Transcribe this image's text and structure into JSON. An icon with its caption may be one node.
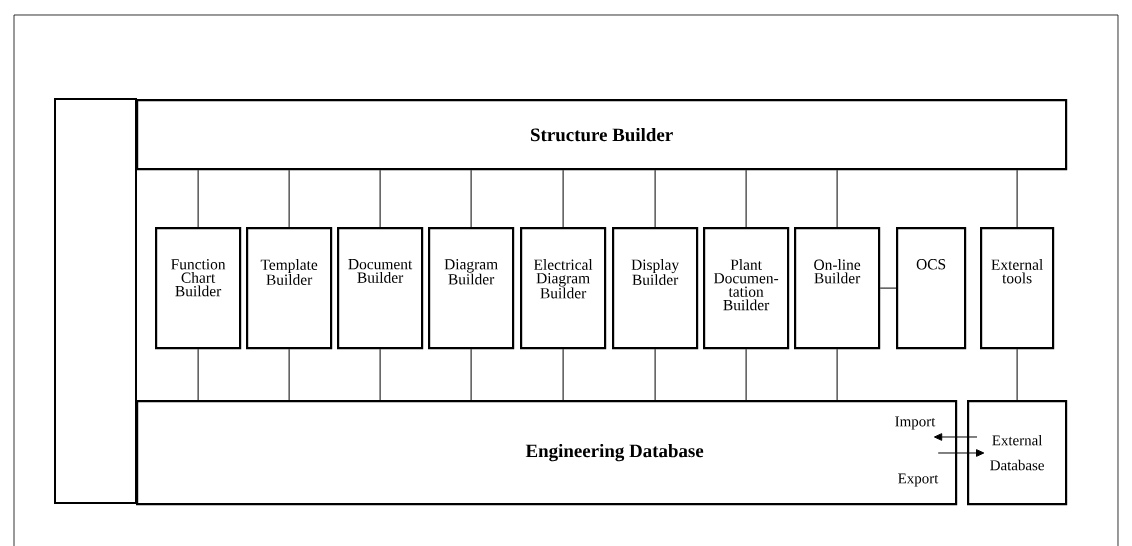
{
  "diagram": {
    "nodes": [
      {
        "text": [
          "Structure Builder"
        ]
      },
      {
        "text": [
          "Function Chart Builder"
        ]
      },
      {
        "text": [
          "Template Builder"
        ]
      },
      {
        "text": [
          "Document Builder"
        ]
      },
      {
        "text": [
          "Diagram Builder"
        ]
      },
      {
        "text": [
          "Electrical Diagram Builder"
        ]
      },
      {
        "text": [
          "Display Builder"
        ]
      },
      {
        "text": [
          "Plant Documen- tation Builder"
        ]
      },
      {
        "text": [
          "On-line Builder"
        ]
      },
      {
        "text": [
          "OCS"
        ]
      },
      {
        "text": [
          "External tools"
        ]
      },
      {
        "text": [
          "Engineering Database"
        ]
      },
      {
        "text": [
          "External Database"
        ]
      }
    ],
    "edges": [
      {
        "from": 0,
        "to": 1,
        "arrow": "none"
      },
      {
        "from": 0,
        "to": 2,
        "arrow": "none"
      },
      {
        "from": 0,
        "to": 3,
        "arrow": "none"
      },
      {
        "from": 0,
        "to": 4,
        "arrow": "none"
      },
      {
        "from": 0,
        "to": 5,
        "arrow": "none"
      },
      {
        "from": 0,
        "to": 6,
        "arrow": "none"
      },
      {
        "from": 0,
        "to": 7,
        "arrow": "none"
      },
      {
        "from": 0,
        "to": 8,
        "arrow": "none"
      },
      {
        "from": 0,
        "to": 10,
        "arrow": "none"
      },
      {
        "from": 1,
        "to": 11,
        "arrow": "none"
      },
      {
        "from": 2,
        "to": 11,
        "arrow": "none"
      },
      {
        "from": 3,
        "to": 11,
        "arrow": "none"
      },
      {
        "from": 4,
        "to": 11,
        "arrow": "none"
      },
      {
        "from": 5,
        "to": 11,
        "arrow": "none"
      },
      {
        "from": 6,
        "to": 11,
        "arrow": "none"
      },
      {
        "from": 7,
        "to": 11,
        "arrow": "none"
      },
      {
        "from": 8,
        "to": 11,
        "arrow": "none"
      },
      {
        "from": 8,
        "to": 9,
        "arrow": "none"
      },
      {
        "from": 10,
        "to": 12,
        "arrow": "none"
      },
      {
        "from": 12,
        "to": 11,
        "arrow": "to",
        "label": "Import"
      },
      {
        "from": 11,
        "to": 12,
        "arrow": "to",
        "label": "Export"
      }
    ]
  }
}
